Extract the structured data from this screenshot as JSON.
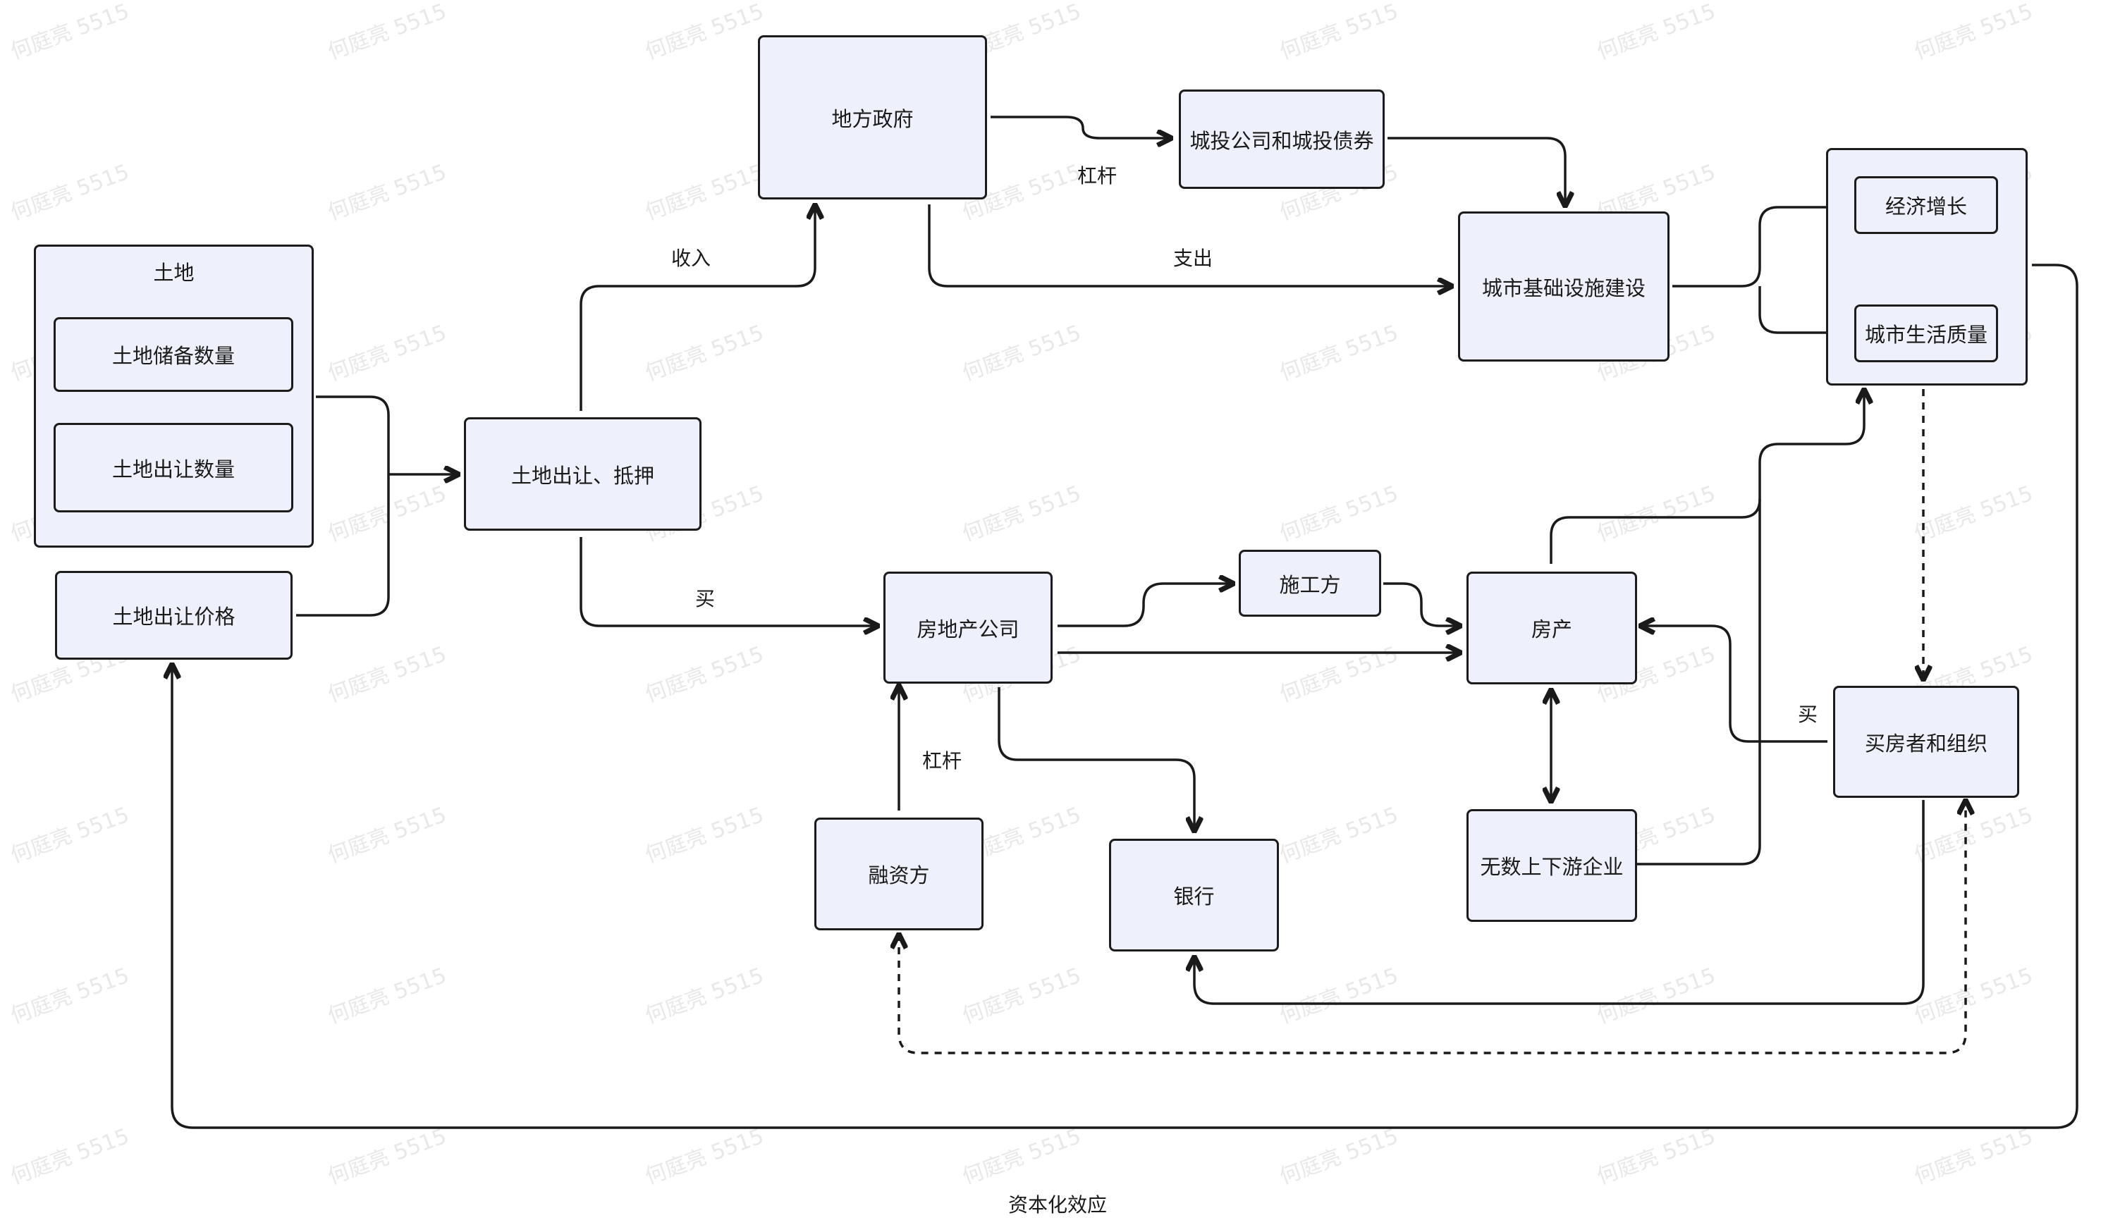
{
  "watermark": "何庭亮 5515",
  "nodes": {
    "land": "土地",
    "land_reserve": "土地储备数量",
    "land_transfer_qty": "土地出让数量",
    "land_price": "土地出让价格",
    "land_transfer": "土地出让、抵押",
    "local_gov": "地方政府",
    "lgfv": "城投公司和城投债券",
    "infrastructure": "城市基础设施建设",
    "econ_growth": "经济增长",
    "life_quality": "城市生活质量",
    "developer": "房地产公司",
    "contractor": "施工方",
    "property": "房产",
    "financier": "融资方",
    "bank": "银行",
    "upstream": "无数上下游企业",
    "buyers": "买房者和组织"
  },
  "edge_labels": {
    "revenue": "收入",
    "expenditure": "支出",
    "leverage_gov": "杠杆",
    "buy_land": "买",
    "leverage_dev": "杠杆",
    "buy_house": "买",
    "capitalization": "资本化效应"
  }
}
